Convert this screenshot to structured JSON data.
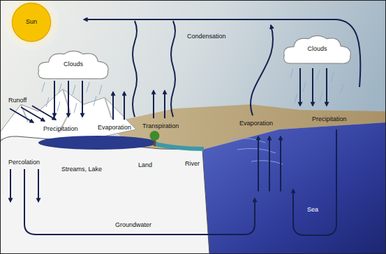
{
  "diagram": {
    "nodes": [
      {
        "text": [
          "Sun"
        ]
      },
      {
        "text": [
          "Clouds"
        ]
      },
      {
        "text": [
          "Clouds"
        ]
      }
    ],
    "labels": [
      "Precipitation",
      "Runoff",
      "Evaporation",
      "Transpiration",
      "Condensation",
      "Streams, Lake",
      "Land",
      "River",
      "Percolation",
      "Groundwater",
      "Evaporation",
      "Precipitation",
      "Sea"
    ]
  }
}
